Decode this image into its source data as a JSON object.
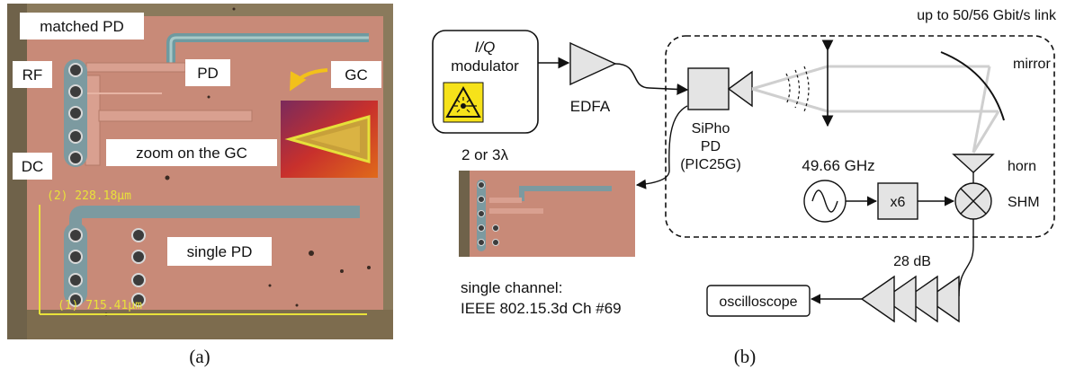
{
  "panel_a": {
    "caption": "(a)",
    "labels": {
      "matched_pd": "matched PD",
      "rf": "RF",
      "pd": "PD",
      "gc": "GC",
      "dc": "DC",
      "zoom": "zoom on the GC",
      "single_pd": "single PD"
    },
    "measurements": {
      "m2": "(2) 228.18µm",
      "m1": "(1) 715.41µm"
    },
    "colors": {
      "chip": "#c88a78",
      "wafer": "#8a7a5c",
      "measure": "#e8e23a",
      "arrow": "#f2c11a",
      "label_bg": "#ffffff"
    }
  },
  "panel_b": {
    "caption": "(b)",
    "link_title": "up to 50/56 Gbit/s link",
    "modulator": {
      "line1": "I/Q",
      "line2": "modulator"
    },
    "laser_icon": "laser-warning-icon",
    "wavelengths": "2 or 3λ",
    "edfa": "EDFA",
    "pd_label": [
      "SiPho",
      "PD",
      "(PIC25G)"
    ],
    "mirror": "mirror",
    "horn": "horn",
    "lo_freq": "49.66 GHz",
    "multiplier": "x6",
    "shm": "SHM",
    "gain": "28 dB",
    "oscilloscope": "oscilloscope",
    "channel": [
      "single channel:",
      "IEEE 802.15.3d Ch #69"
    ]
  }
}
